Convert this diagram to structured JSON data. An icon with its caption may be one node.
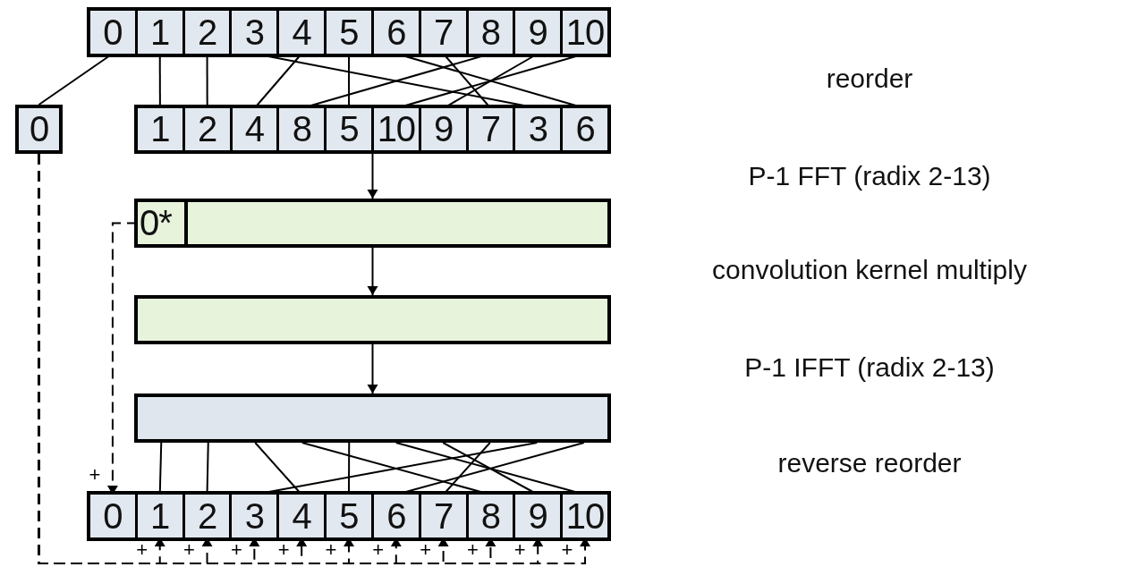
{
  "diagram": {
    "nodes": [
      {
        "text": [],
        "shape": "box"
      },
      {
        "text": [
          "0"
        ],
        "in": 0
      },
      {
        "text": [
          "1"
        ],
        "in": 0
      },
      {
        "text": [
          "2"
        ],
        "in": 0
      },
      {
        "text": [
          "3"
        ],
        "in": 0
      },
      {
        "text": [
          "4"
        ],
        "in": 0
      },
      {
        "text": [
          "5"
        ],
        "in": 0
      },
      {
        "text": [
          "6"
        ],
        "in": 0
      },
      {
        "text": [
          "7"
        ],
        "in": 0
      },
      {
        "text": [
          "8"
        ],
        "in": 0
      },
      {
        "text": [
          "9"
        ],
        "in": 0
      },
      {
        "text": [
          "10"
        ],
        "in": 0
      },
      {
        "text": [
          "0"
        ]
      },
      {
        "text": [],
        "shape": "box"
      },
      {
        "text": [
          "1"
        ],
        "in": 13
      },
      {
        "text": [
          "2"
        ],
        "in": 13
      },
      {
        "text": [
          "4"
        ],
        "in": 13
      },
      {
        "text": [
          "8"
        ],
        "in": 13
      },
      {
        "text": [
          "5"
        ],
        "in": 13
      },
      {
        "text": [
          "10"
        ],
        "in": 13
      },
      {
        "text": [
          "9"
        ],
        "in": 13
      },
      {
        "text": [
          "7"
        ],
        "in": 13
      },
      {
        "text": [
          "3"
        ],
        "in": 13
      },
      {
        "text": [
          "6"
        ],
        "in": 13
      },
      {
        "text": [],
        "shape": "box"
      },
      {
        "text": [
          "0*"
        ],
        "in": 24
      },
      {
        "text": [],
        "shape": "box"
      },
      {
        "text": [],
        "shape": "box"
      },
      {
        "text": [],
        "shape": "box"
      },
      {
        "text": [
          "0"
        ],
        "in": 28
      },
      {
        "text": [
          "1"
        ],
        "in": 28
      },
      {
        "text": [
          "2"
        ],
        "in": 28
      },
      {
        "text": [
          "3"
        ],
        "in": 28
      },
      {
        "text": [
          "4"
        ],
        "in": 28
      },
      {
        "text": [
          "5"
        ],
        "in": 28
      },
      {
        "text": [
          "6"
        ],
        "in": 28
      },
      {
        "text": [
          "7"
        ],
        "in": 28
      },
      {
        "text": [
          "8"
        ],
        "in": 28
      },
      {
        "text": [
          "9"
        ],
        "in": 28
      },
      {
        "text": [
          "10"
        ],
        "in": 28
      }
    ],
    "edges": [
      {
        "from": 1,
        "to": 12,
        "arrow": "none"
      },
      {
        "from": 2,
        "to": 14,
        "arrow": "none"
      },
      {
        "from": 3,
        "to": 15,
        "arrow": "none"
      },
      {
        "from": 5,
        "to": 16,
        "arrow": "none"
      },
      {
        "from": 9,
        "to": 17,
        "arrow": "none"
      },
      {
        "from": 6,
        "to": 18,
        "arrow": "none"
      },
      {
        "from": 11,
        "to": 19,
        "arrow": "none"
      },
      {
        "from": 10,
        "to": 20,
        "arrow": "none"
      },
      {
        "from": 8,
        "to": 21,
        "arrow": "none"
      },
      {
        "from": 4,
        "to": 22,
        "arrow": "none"
      },
      {
        "from": 7,
        "to": 23,
        "arrow": "none"
      },
      {
        "from": 13,
        "to": 24,
        "arrow": "to"
      },
      {
        "from": 24,
        "to": 26,
        "arrow": "to"
      },
      {
        "from": 26,
        "to": 27,
        "arrow": "to"
      },
      {
        "from": 27,
        "to": 30,
        "arrow": "none"
      },
      {
        "from": 27,
        "to": 31,
        "arrow": "none"
      },
      {
        "from": 27,
        "to": 33,
        "arrow": "none"
      },
      {
        "from": 27,
        "to": 37,
        "arrow": "none"
      },
      {
        "from": 27,
        "to": 34,
        "arrow": "none"
      },
      {
        "from": 27,
        "to": 39,
        "arrow": "none"
      },
      {
        "from": 27,
        "to": 38,
        "arrow": "none"
      },
      {
        "from": 27,
        "to": 36,
        "arrow": "none"
      },
      {
        "from": 27,
        "to": 32,
        "arrow": "none"
      },
      {
        "from": 27,
        "to": 35,
        "arrow": "none"
      },
      {
        "from": 25,
        "to": 29,
        "arrow": "to",
        "style": "dashed",
        "label": "+"
      },
      {
        "from": 12,
        "to": 30,
        "arrow": "to",
        "style": "dashed",
        "label": "+"
      },
      {
        "from": 12,
        "to": 31,
        "arrow": "to",
        "style": "dashed",
        "label": "+"
      },
      {
        "from": 12,
        "to": 32,
        "arrow": "to",
        "style": "dashed",
        "label": "+"
      },
      {
        "from": 12,
        "to": 33,
        "arrow": "to",
        "style": "dashed",
        "label": "+"
      },
      {
        "from": 12,
        "to": 34,
        "arrow": "to",
        "style": "dashed",
        "label": "+"
      },
      {
        "from": 12,
        "to": 35,
        "arrow": "to",
        "style": "dashed",
        "label": "+"
      },
      {
        "from": 12,
        "to": 36,
        "arrow": "to",
        "style": "dashed",
        "label": "+"
      },
      {
        "from": 12,
        "to": 37,
        "arrow": "to",
        "style": "dashed",
        "label": "+"
      },
      {
        "from": 12,
        "to": 38,
        "arrow": "to",
        "style": "dashed",
        "label": "+"
      },
      {
        "from": 12,
        "to": 39,
        "arrow": "to",
        "style": "dashed",
        "label": "+"
      }
    ],
    "labels": [
      "reorder",
      "P-1 FFT (radix 2-13)",
      "convolution kernel multiply",
      "P-1 IFFT (radix 2-13)",
      "reverse reorder"
    ]
  }
}
